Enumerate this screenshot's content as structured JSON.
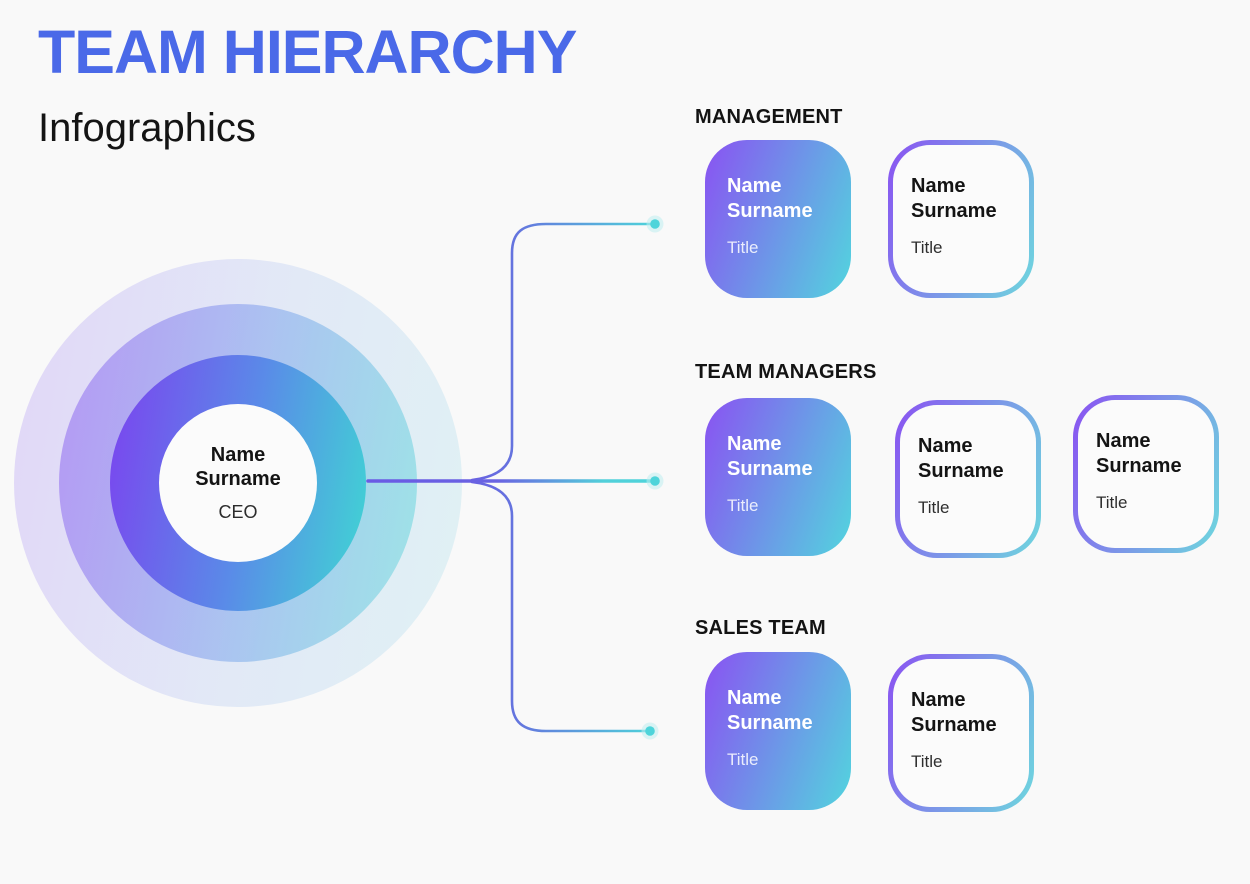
{
  "header": {
    "title": "TEAM HIERARCHY",
    "subtitle": "Infographics"
  },
  "ceo": {
    "name": "Name Surname",
    "role": "CEO"
  },
  "sections": [
    {
      "id": "management",
      "label": "MANAGEMENT",
      "members": [
        {
          "name": "Name Surname",
          "title": "Title",
          "variant": "filled"
        },
        {
          "name": "Name Surname",
          "title": "Title",
          "variant": "outline"
        }
      ]
    },
    {
      "id": "team-managers",
      "label": "TEAM MANAGERS",
      "members": [
        {
          "name": "Name Surname",
          "title": "Title",
          "variant": "filled"
        },
        {
          "name": "Name Surname",
          "title": "Title",
          "variant": "outline"
        },
        {
          "name": "Name Surname",
          "title": "Title",
          "variant": "outline"
        }
      ]
    },
    {
      "id": "sales-team",
      "label": "SALES TEAM",
      "members": [
        {
          "name": "Name Surname",
          "title": "Title",
          "variant": "filled"
        },
        {
          "name": "Name Surname",
          "title": "Title",
          "variant": "outline"
        }
      ]
    }
  ],
  "colors": {
    "title_blue": "#4a69e8",
    "gradient_purple": "#8a52f2",
    "gradient_teal": "#52d5de",
    "hub_gradient_purple": "#7c42ef",
    "hub_gradient_blue": "#5a8ae8",
    "hub_gradient_teal": "#3fd7d3",
    "line_purple": "#6a5ae4",
    "line_teal": "#4ed4da",
    "heading_black": "#131313",
    "background": "#f9f9f9"
  }
}
